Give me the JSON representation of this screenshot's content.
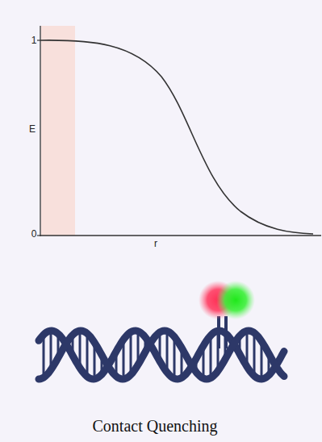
{
  "diagram": {
    "caption": "Contact Quenching",
    "labels": [
      "1",
      "E",
      "0",
      "r"
    ]
  }
}
